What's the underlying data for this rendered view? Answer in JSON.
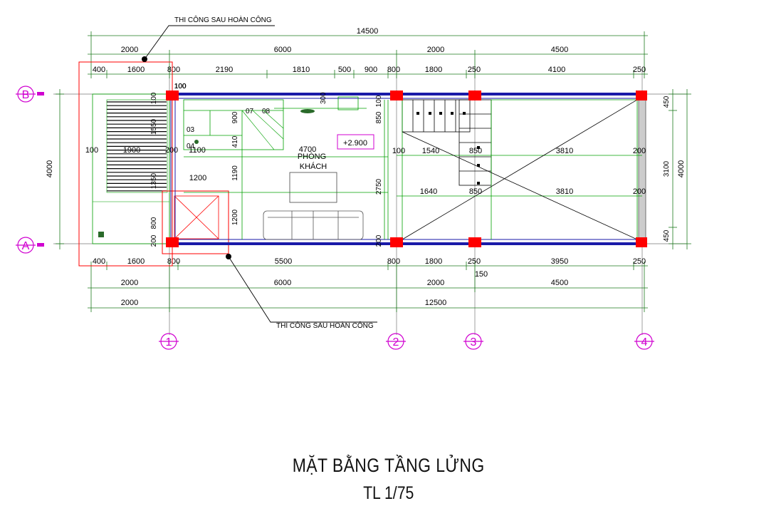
{
  "notes": {
    "top": "THI CÔNG SAU HOÀN CÔNG",
    "bottom": "THI CÔNG SAU HOÀN CÔNG"
  },
  "title": {
    "main": "MẶT BẰNG TẦNG LỬNG",
    "scale": "TL 1/75"
  },
  "room": {
    "name_line1": "PHÒNG",
    "name_line2": "KHÁCH",
    "width": "4700",
    "level": "+2.900"
  },
  "grid_axes": {
    "rows": [
      "B",
      "A"
    ],
    "columns": [
      "1",
      "2",
      "3",
      "4"
    ]
  },
  "dims_top": {
    "overall": "14500",
    "row1": [
      "2000",
      "6000",
      "2000",
      "4500"
    ],
    "row2": [
      "400",
      "1600",
      "800",
      "2190",
      "1810",
      "500",
      "900",
      "800",
      "1800",
      "250",
      "4100",
      "250"
    ]
  },
  "dims_bottom": {
    "row1": [
      "400",
      "1600",
      "800",
      "5500",
      "800",
      "1800",
      "250",
      "3950",
      "250"
    ],
    "extra": "150",
    "row2": [
      "2000",
      "6000",
      "2000",
      "4500"
    ],
    "row3": [
      "2000",
      "12500"
    ]
  },
  "dims_left": {
    "overall": "4000"
  },
  "dims_right": {
    "segments": [
      "450",
      "3100",
      "450"
    ],
    "overall": "4000"
  },
  "dims_interior": {
    "h_left": [
      "100",
      "1900",
      "200",
      "1100"
    ],
    "v_left": [
      "100",
      "1550",
      "1350",
      "800",
      "200"
    ],
    "stair_mid": [
      "100",
      "900",
      "410",
      "1190",
      "1200"
    ],
    "hall": "1200",
    "small_labels": [
      "03",
      "04",
      "07",
      "08",
      "100",
      "300"
    ],
    "v_mid": [
      "100",
      "850",
      "2750",
      "200"
    ],
    "row_upper": [
      "100",
      "1540",
      "850",
      "3810",
      "200"
    ],
    "row_lower": [
      "1640",
      "850",
      "3810",
      "200"
    ]
  },
  "colors": {
    "dimension": "#1e7a1e",
    "axis": "#d000d0",
    "column": "#ff0000",
    "wall": "#1a1aa8",
    "void": "#ff0000",
    "interior": "#00a000"
  }
}
